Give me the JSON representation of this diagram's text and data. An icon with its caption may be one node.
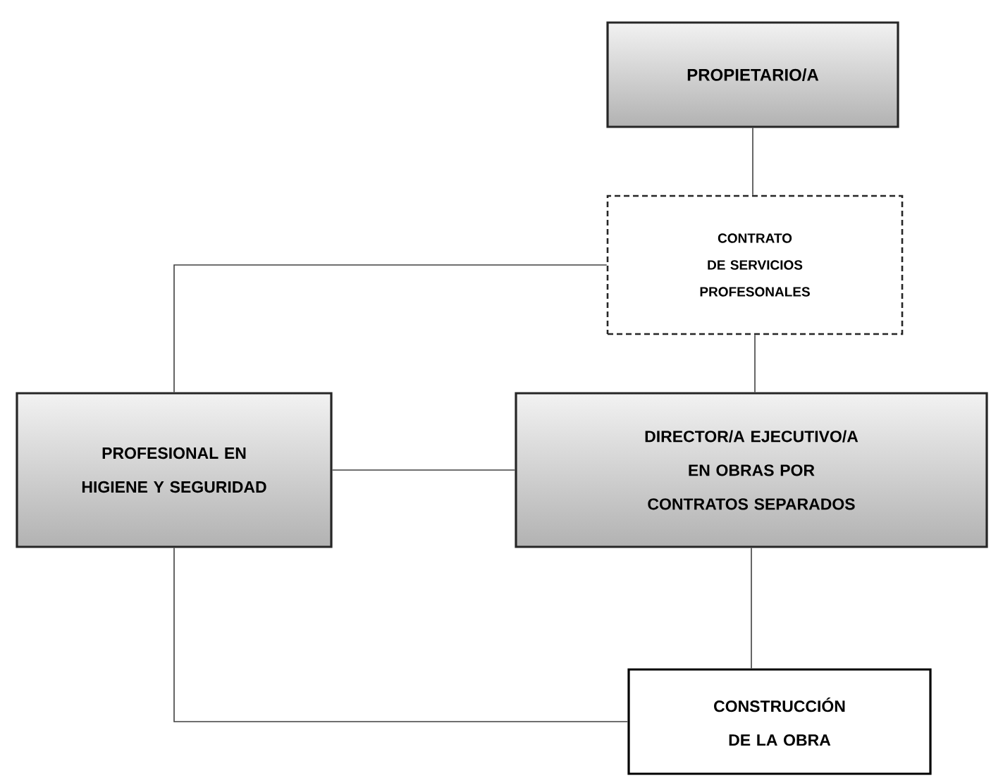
{
  "diagram": {
    "nodes": [
      {
        "text": [
          "PROPIETARIO/A"
        ]
      },
      {
        "text": [
          "CONTRATO DE SERVICIOS PROFESONALES"
        ]
      },
      {
        "text": [
          "PROFESIONAL EN HIGIENE Y SEGURIDAD"
        ]
      },
      {
        "text": [
          "DIRECTOR/A EJECUTIVO/A EN OBRAS POR CONTRATOS SEPARADOS"
        ]
      },
      {
        "text": [
          "CONSTRUCCIÓN DE LA OBRA"
        ]
      }
    ],
    "edges": [
      {
        "from": 0,
        "to": 1,
        "arrow": "none"
      },
      {
        "from": 1,
        "to": 2,
        "arrow": "none"
      },
      {
        "from": 1,
        "to": 3,
        "arrow": "none"
      },
      {
        "from": 2,
        "to": 3,
        "arrow": "none"
      },
      {
        "from": 3,
        "to": 4,
        "arrow": "none"
      },
      {
        "from": 2,
        "to": 4,
        "arrow": "none"
      }
    ]
  }
}
